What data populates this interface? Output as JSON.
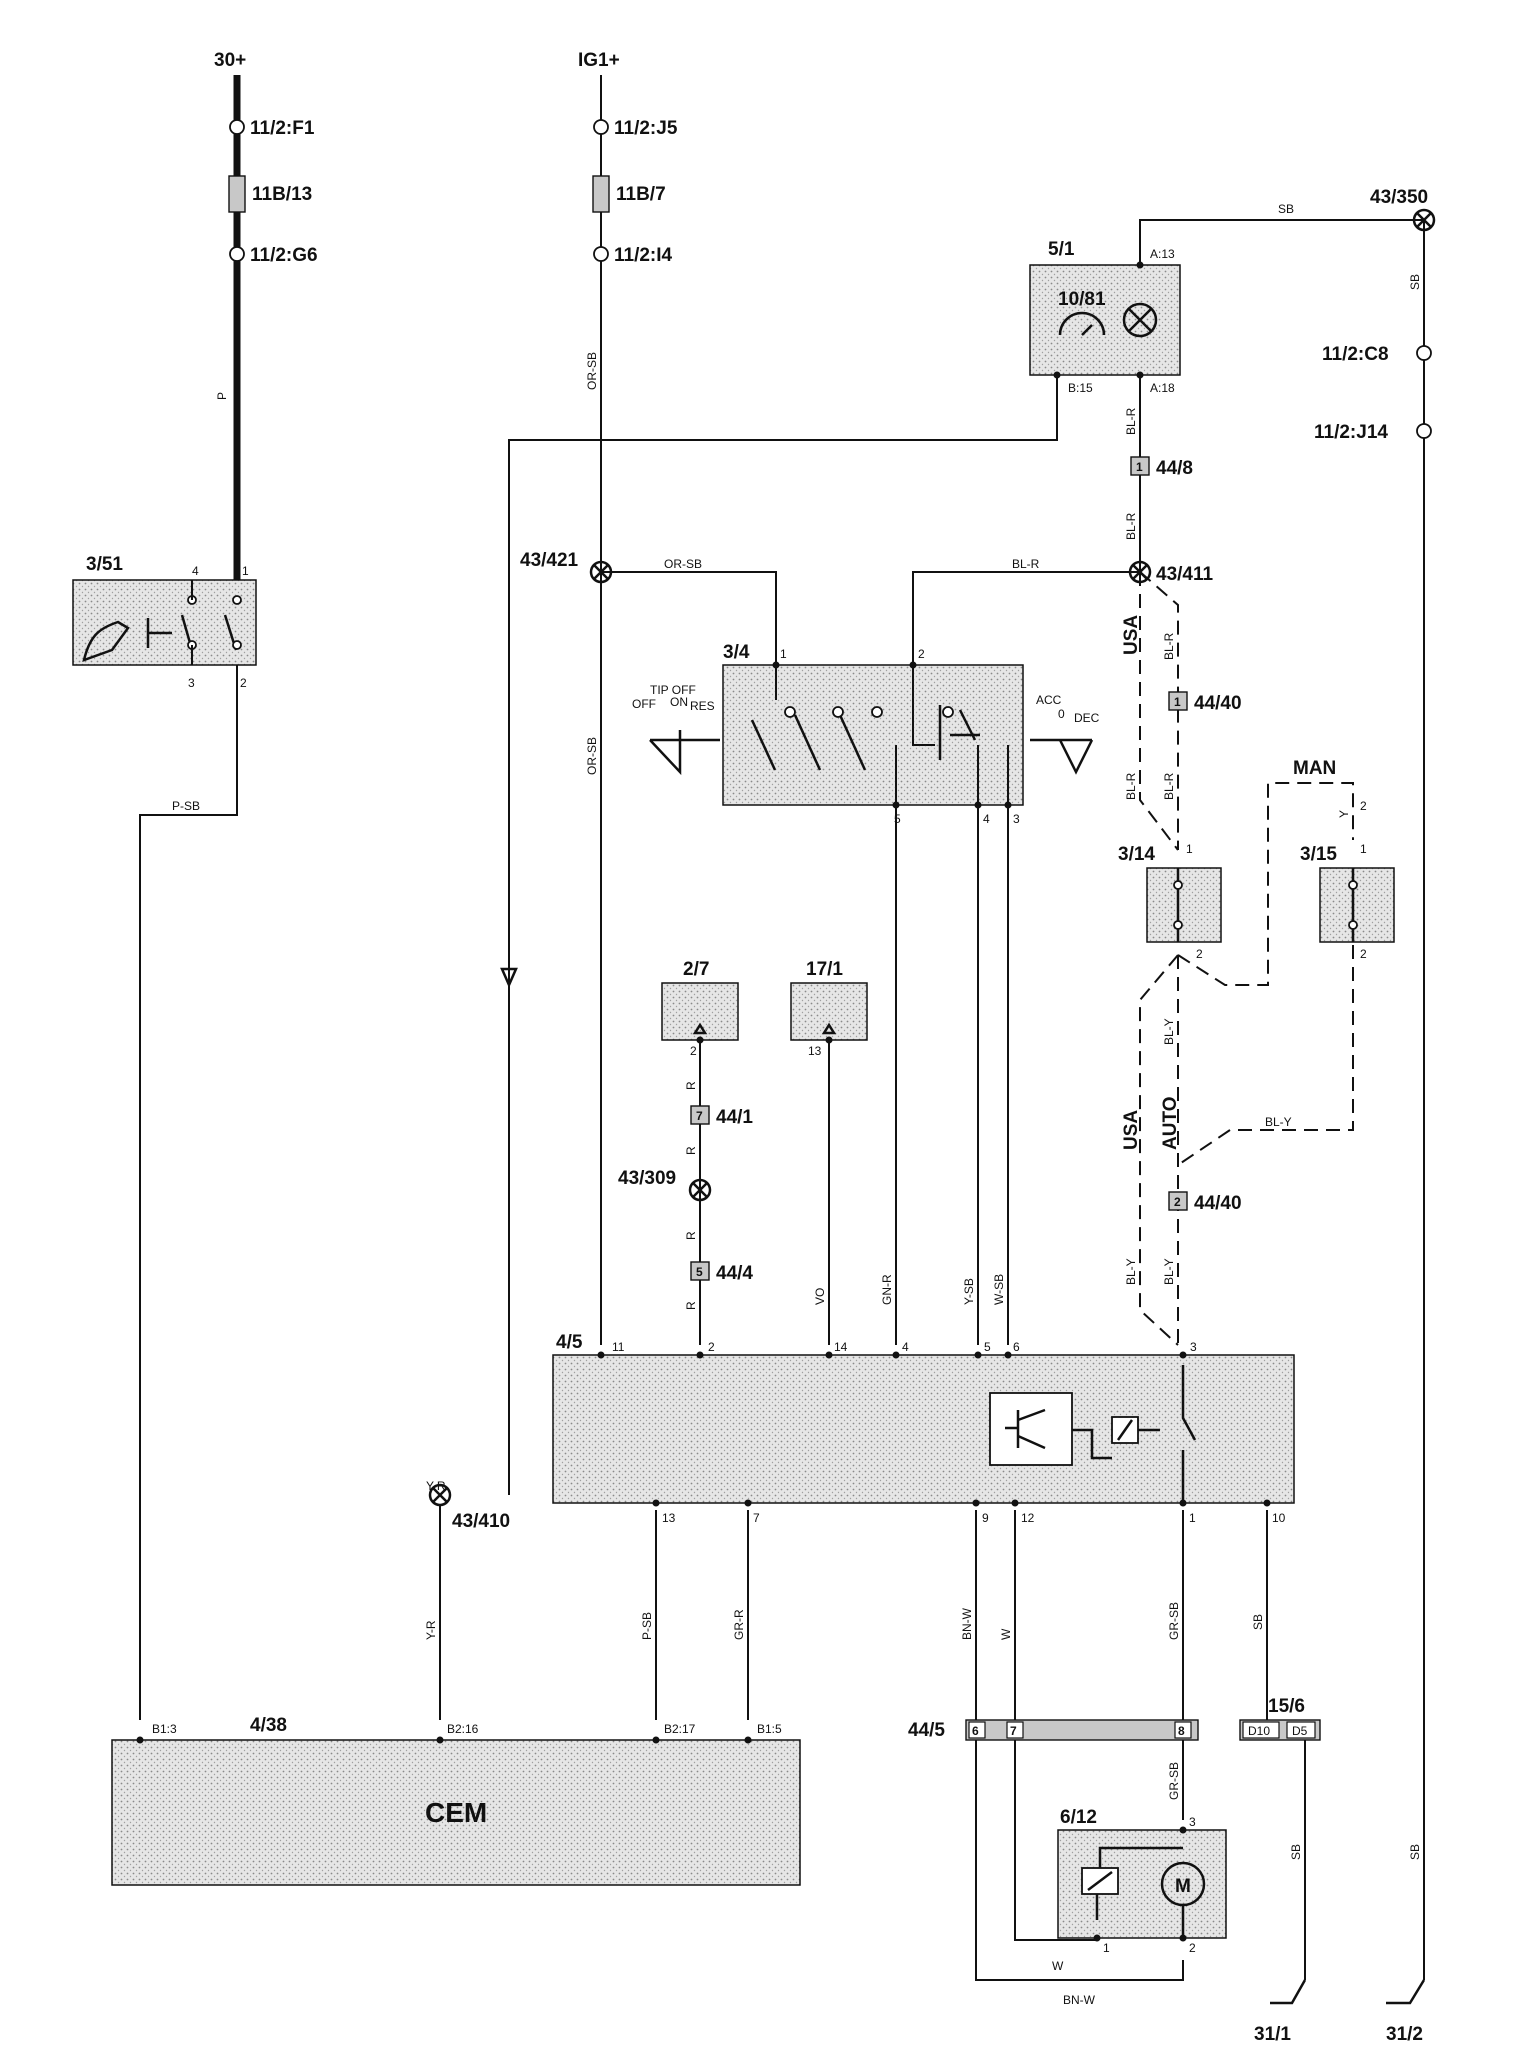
{
  "power": {
    "b30": "30+",
    "ig1": "IG1+"
  },
  "connectors": {
    "c_f1": "11/2:F1",
    "fuse_13": "11B/13",
    "c_g6": "11/2:G6",
    "c_j5": "11/2:J5",
    "fuse_7": "11B/7",
    "c_i4": "11/2:I4",
    "c_c8": "11/2:C8",
    "c_j14": "11/2:J14"
  },
  "components": {
    "c3_51": "3/51",
    "c3_4": "3/4",
    "c5_1": "5/1",
    "c10_81": "10/81",
    "c3_14": "3/14",
    "c3_15": "3/15",
    "c2_7": "2/7",
    "c17_1": "17/1",
    "c4_5": "4/5",
    "c4_38": "4/38",
    "cem_name": "CEM",
    "c44_5": "44/5",
    "c15_6": "15/6",
    "c6_12": "6/12",
    "motor": "M"
  },
  "splices": {
    "s43_350": "43/350",
    "s43_421": "43/421",
    "s43_411": "43/411",
    "s43_309": "43/309",
    "s43_410": "43/410"
  },
  "inline": {
    "n44_8": "44/8",
    "n44_8_pin": "1",
    "n44_40a": "44/40",
    "n44_40a_pin": "1",
    "n44_40b": "44/40",
    "n44_40b_pin": "2",
    "n44_1": "44/1",
    "n44_1_pin": "7",
    "n44_4": "44/4",
    "n44_4_pin": "5"
  },
  "grounds": {
    "g31_1": "31/1",
    "g31_2": "31/2"
  },
  "variants": {
    "usa": "USA",
    "man": "MAN",
    "auto": "AUTO"
  },
  "switch_labels": {
    "off": "OFF",
    "tip_off": "TIP OFF",
    "on": "ON",
    "res": "RES",
    "acc": "ACC",
    "zero": "0",
    "dec": "DEC"
  },
  "wire_colors": {
    "p": "P",
    "p_sb": "P-SB",
    "or_sb": "OR-SB",
    "sb": "SB",
    "bl_r": "BL-R",
    "bl_y": "BL-Y",
    "y": "Y",
    "r": "R",
    "vo": "VO",
    "gn_r": "GN-R",
    "y_sb": "Y-SB",
    "w_sb": "W-SB",
    "y_r": "Y-R",
    "gr_r": "GR-R",
    "bn_w": "BN-W",
    "w": "W",
    "gr_sb": "GR-SB"
  },
  "pins": {
    "a13": "A:13",
    "a18": "A:18",
    "b15": "B:15",
    "b1_3": "B1:3",
    "b2_16": "B2:16",
    "b2_17": "B2:17",
    "b1_5": "B1:5",
    "d10": "D10",
    "d5": "D5",
    "p1": "1",
    "p2": "2",
    "p3": "3",
    "p4": "4",
    "p5": "5",
    "p6": "6",
    "p7": "7",
    "p8": "8",
    "p9": "9",
    "p10": "10",
    "p11": "11",
    "p12": "12",
    "p13": "13",
    "p14": "14"
  }
}
